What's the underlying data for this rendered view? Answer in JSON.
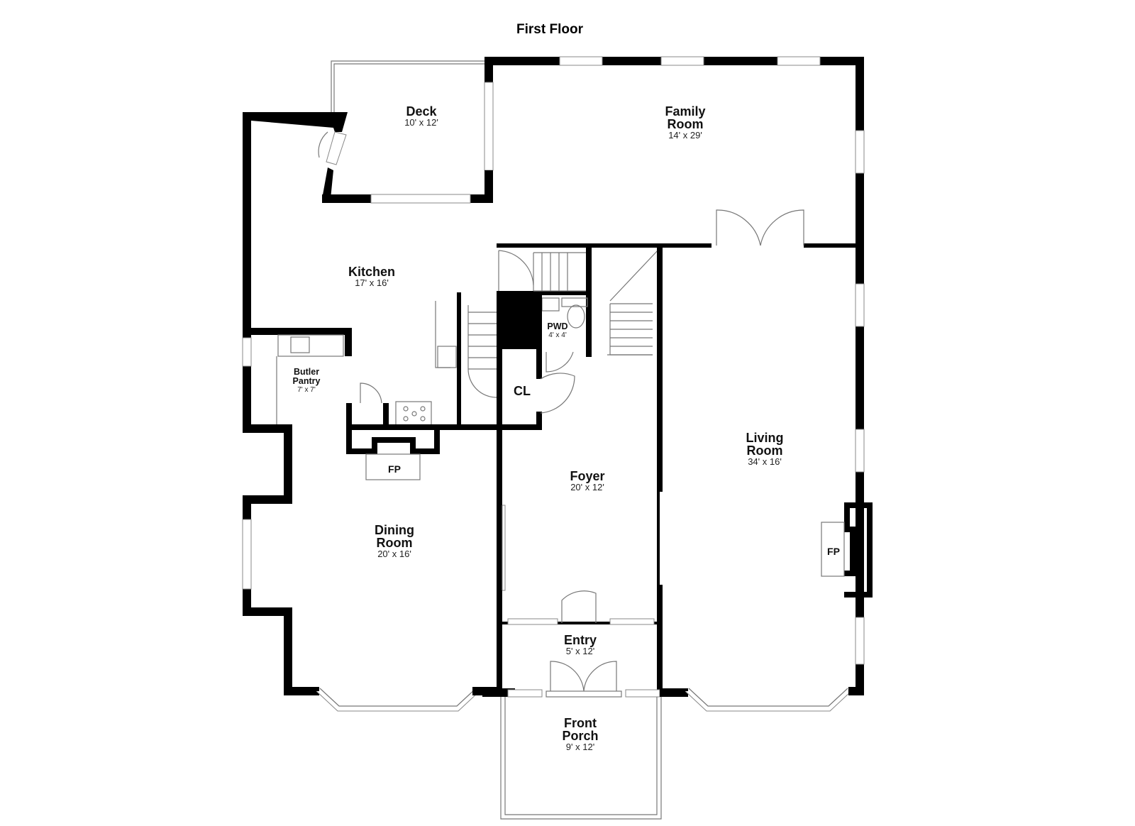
{
  "floor_plan": {
    "title": "First Floor",
    "rooms": [
      {
        "id": "deck",
        "name": "Deck",
        "dims": "10' x 12'"
      },
      {
        "id": "family-room",
        "name": "Family\nRoom",
        "name_line1": "Family",
        "name_line2": "Room",
        "dims": "14' x 29'"
      },
      {
        "id": "kitchen",
        "name": "Kitchen",
        "dims": "17' x 16'"
      },
      {
        "id": "butler-pantry",
        "name_line1": "Butler",
        "name_line2": "Pantry",
        "dims": "7' x 7'"
      },
      {
        "id": "pwd",
        "name": "PWD",
        "dims": "4' x 4'"
      },
      {
        "id": "cl",
        "name": "CL"
      },
      {
        "id": "foyer",
        "name": "Foyer",
        "dims": "20' x 12'"
      },
      {
        "id": "living-room",
        "name_line1": "Living",
        "name_line2": "Room",
        "dims": "34' x 16'"
      },
      {
        "id": "dining-room",
        "name_line1": "Dining",
        "name_line2": "Room",
        "dims": "20' x 16'"
      },
      {
        "id": "entry",
        "name": "Entry",
        "dims": "5' x 12'"
      },
      {
        "id": "front-porch",
        "name_line1": "Front",
        "name_line2": "Porch",
        "dims": "9' x 12'"
      }
    ],
    "fireplaces": [
      {
        "id": "dining-fp",
        "label": "FP"
      },
      {
        "id": "living-fp",
        "label": "FP"
      }
    ]
  }
}
